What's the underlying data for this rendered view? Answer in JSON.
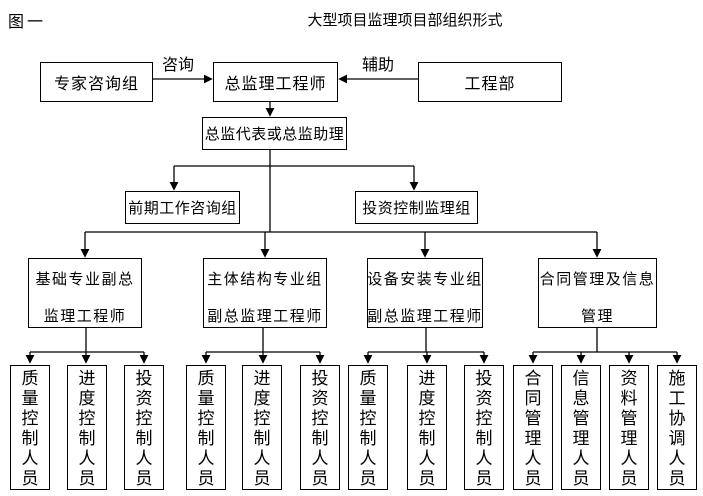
{
  "header": {
    "figure_label": "图一",
    "title": "大型项目监理项目部组织形式"
  },
  "edges": {
    "consult": "咨询",
    "assist": "辅助"
  },
  "nodes": {
    "expert_group": "专家咨询组",
    "chief_engineer": "总监理工程师",
    "engineering_dept": "工程部",
    "chief_rep": "总监代表或总监助理",
    "early_work_group": "前期工作咨询组",
    "investment_control_group": "投资控制监理组",
    "departments": [
      {
        "line1": "基础专业副总",
        "line2": "监理工程师"
      },
      {
        "line1": "主体结构专业组",
        "line2": "副总监理工程师"
      },
      {
        "line1": "设备安装专业组",
        "line2": "副总监理工程师"
      },
      {
        "line1": "合同管理及信息",
        "line2": "管理"
      }
    ]
  },
  "staff": [
    "质量控制人员",
    "进度控制人员",
    "投资控制人员",
    "质量控制人员",
    "进度控制人员",
    "投资控制人员",
    "质量控制人员",
    "进度控制人员",
    "投资控制人员",
    "合同管理人员",
    "信息管理人员",
    "资料管理人员",
    "施工协调人员"
  ],
  "colors": {
    "line": "#000000",
    "background": "#ffffff",
    "text": "#000000"
  }
}
